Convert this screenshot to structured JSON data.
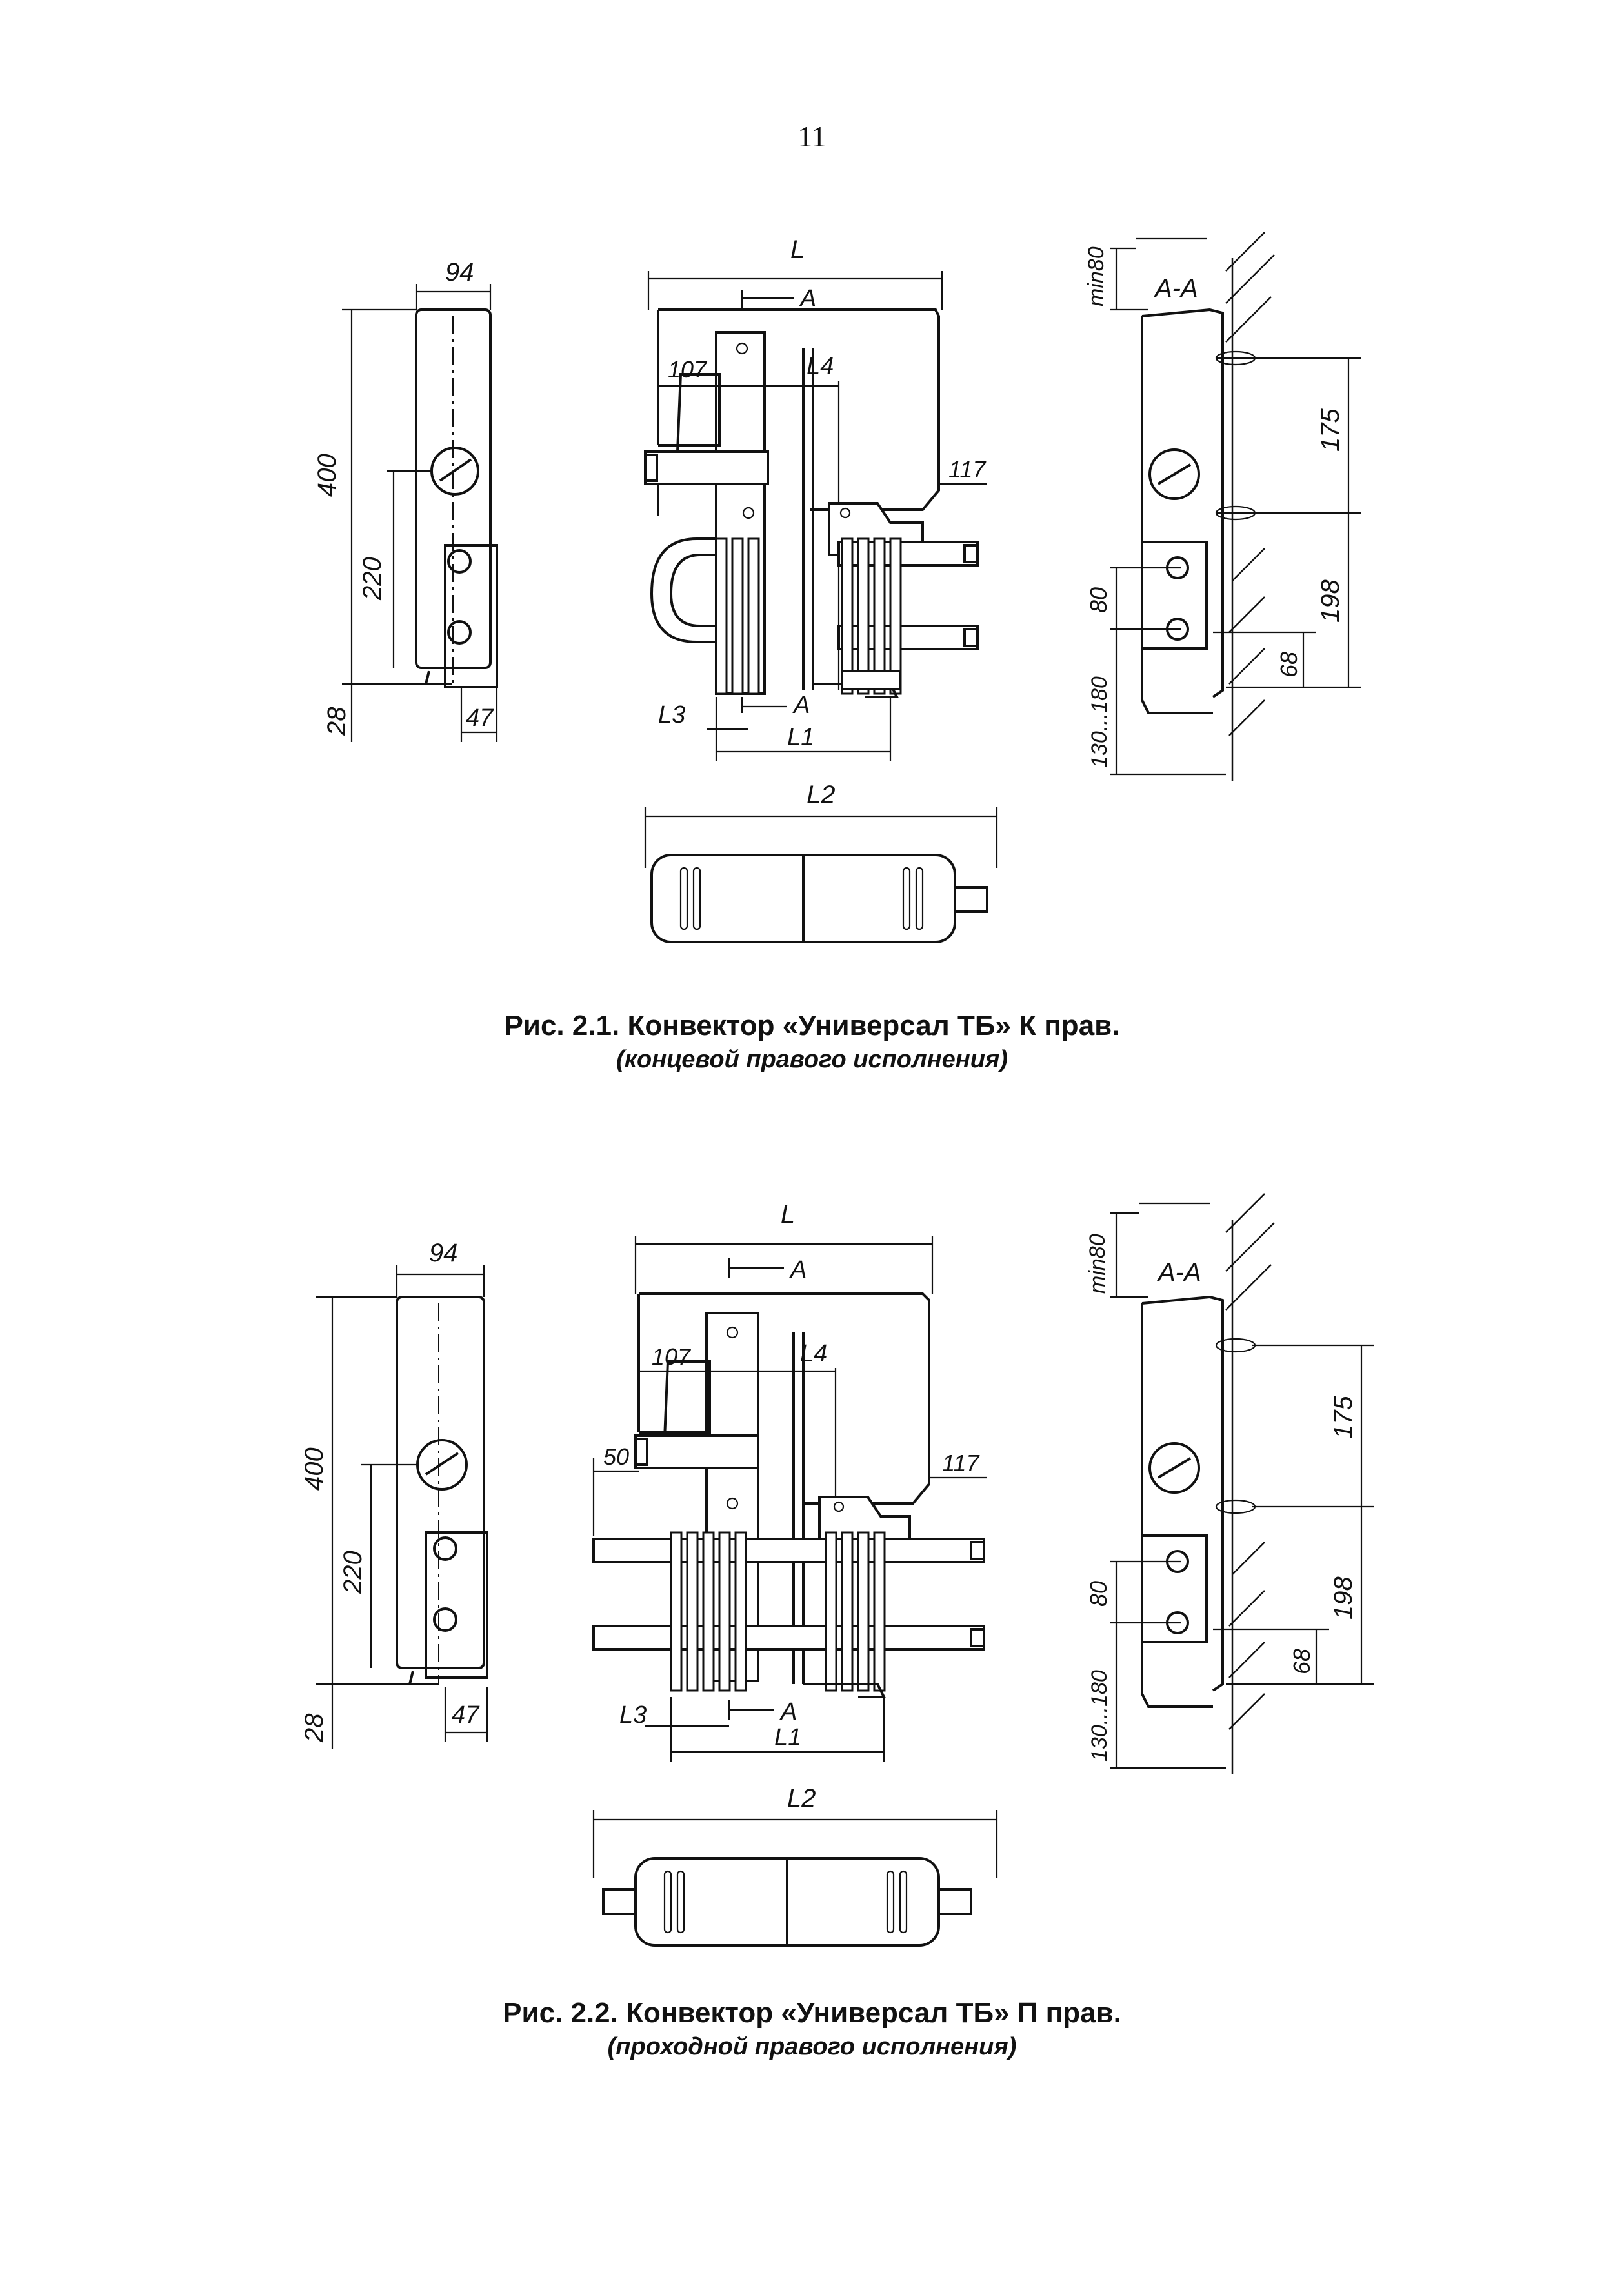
{
  "page_number": "11",
  "figure1": {
    "dims": {
      "w94": "94",
      "h400": "400",
      "h220": "220",
      "h28": "28",
      "w47": "47",
      "L": "L",
      "A": "A",
      "d107": "107",
      "L4": "L4",
      "d117": "117",
      "L3": "L3",
      "L1": "L1",
      "L2": "L2",
      "section": "A-A",
      "min80": "min80",
      "d175": "175",
      "d80": "80",
      "d198": "198",
      "d130_180": "130...180",
      "d68": "68"
    },
    "caption": "Рис. 2.1. Конвектор «Универсал ТБ» К прав.",
    "subcaption": "(концевой правого исполнения)"
  },
  "figure2": {
    "dims": {
      "w94": "94",
      "h400": "400",
      "h220": "220",
      "h28": "28",
      "w47": "47",
      "L": "L",
      "A": "A",
      "d107": "107",
      "L4": "L4",
      "d117": "117",
      "d50": "50",
      "L3": "L3",
      "L1": "L1",
      "L2": "L2",
      "section": "A-A",
      "min80": "min80",
      "d175": "175",
      "d80": "80",
      "d198": "198",
      "d130_180": "130...180",
      "d68": "68"
    },
    "caption": "Рис. 2.2. Конвектор «Универсал ТБ» П прав.",
    "subcaption": "(проходной правого исполнения)"
  }
}
